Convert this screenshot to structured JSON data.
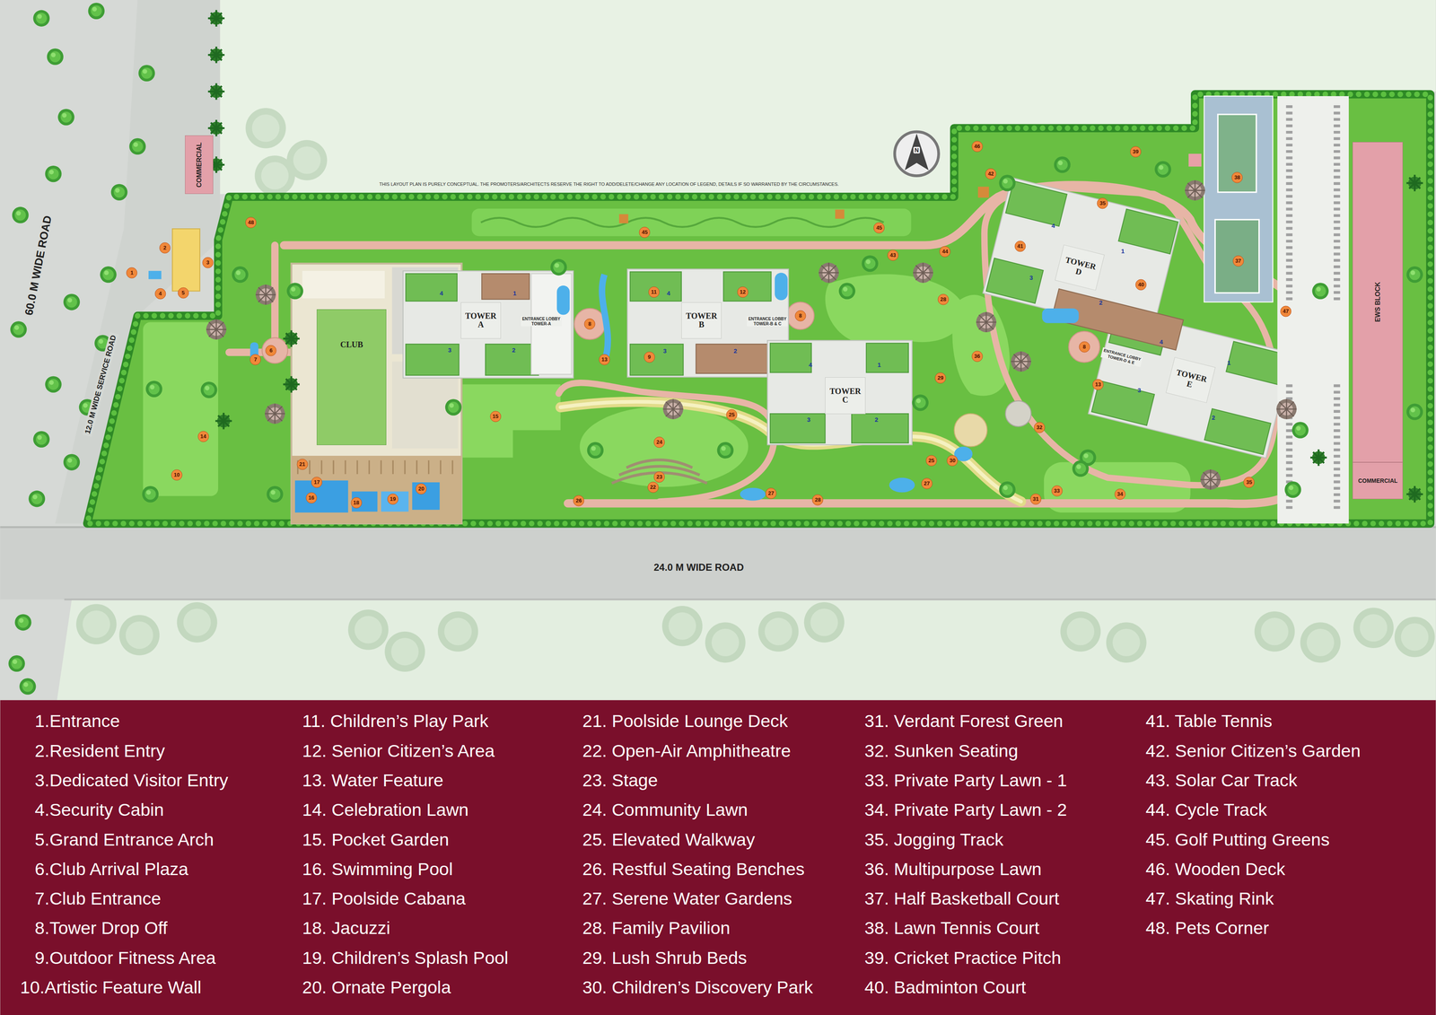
{
  "diagram": {
    "nodes": [
      {
        "text": [
          "COMMERCIAL"
        ]
      },
      {
        "text": [
          "CLUB"
        ]
      },
      {
        "text": [
          "TOWER A"
        ]
      },
      {
        "text": [
          "TOWER B"
        ]
      },
      {
        "text": [
          "TOWER D"
        ]
      },
      {
        "text": [
          "TOWER C"
        ]
      },
      {
        "text": [
          "EWS BLOCK"
        ]
      },
      {
        "text": [
          "TOWER E"
        ]
      },
      {
        "text": [
          "COMMERCIAL"
        ]
      }
    ],
    "labels": [
      "60.0 M WIDE ROAD",
      "12.0 M WIDE SERVICE ROAD",
      "THIS LAYOUT PLAN IS PURELY CONCEPTUAL. THE PROMOTERS/ARCHITECTS RESERVE THE RIGHT TO ADD/DELETE/CHANGE ANY LOCATION OF LEGEND, DETAILS IF SO WARRANTED BY THE CIRCUMSTANCES.",
      "N",
      "ENTRANCE LOBBY TOWER-A",
      "ENTRANCE LOBBY TOWER-B & C",
      "ENTRANCE LOBBY TOWER-D & E",
      "24.0 M WIDE ROAD",
      "1",
      "2",
      "3",
      "4",
      "5",
      "6",
      "7",
      "8",
      "8",
      "8",
      "9",
      "10",
      "11",
      "12",
      "13",
      "13",
      "14",
      "15",
      "16",
      "17",
      "18",
      "19",
      "20",
      "21",
      "22",
      "23",
      "24",
      "25",
      "25",
      "26",
      "27",
      "27",
      "28",
      "28",
      "29",
      "30",
      "31",
      "32",
      "33",
      "34",
      "35",
      "35",
      "36",
      "37",
      "38",
      "39",
      "40",
      "41",
      "42",
      "43",
      "44",
      "45",
      "45",
      "46",
      "47",
      "48",
      "4",
      "1",
      "3",
      "2",
      "4",
      "3",
      "2",
      "4",
      "1",
      "3",
      "2",
      "4",
      "1",
      "3",
      "2",
      "4",
      "1",
      "3",
      "2"
    ],
    "legend": [
      {
        "text": "1.Entrance"
      },
      {
        "text": "2.Resident Entry"
      },
      {
        "text": "3.Dedicated Visitor Entry"
      },
      {
        "text": "4.Security Cabin"
      },
      {
        "text": "5.Grand Entrance Arch"
      },
      {
        "text": "6.Club Arrival Plaza"
      },
      {
        "text": "7.Club Entrance"
      },
      {
        "text": "8.Tower Drop Off"
      },
      {
        "text": "9.Outdoor Fitness Area"
      },
      {
        "text": "10.Artistic Feature Wall"
      },
      {
        "text": "11. Children’s Play Park"
      },
      {
        "text": "12. Senior Citizen’s Area"
      },
      {
        "text": "13. Water Feature"
      },
      {
        "text": "14. Celebration Lawn"
      },
      {
        "text": "15. Pocket Garden"
      },
      {
        "text": "16. Swimming Pool"
      },
      {
        "text": "17. Poolside Cabana"
      },
      {
        "text": "18. Jacuzzi"
      },
      {
        "text": "19. Children’s Splash Pool"
      },
      {
        "text": "20. Ornate Pergola"
      },
      {
        "text": "21. Poolside Lounge Deck"
      },
      {
        "text": "22. Open-Air Amphitheatre"
      },
      {
        "text": "23. Stage"
      },
      {
        "text": "24. Community Lawn"
      },
      {
        "text": "25. Elevated Walkway"
      },
      {
        "text": "26. Restful Seating Benches"
      },
      {
        "text": "27. Serene Water Gardens"
      },
      {
        "text": "28. Family Pavilion"
      },
      {
        "text": "29. Lush Shrub Beds"
      },
      {
        "text": "30. Children’s Discovery Park"
      },
      {
        "text": "31. Verdant Forest Green"
      },
      {
        "text": "32. Sunken Seating"
      },
      {
        "text": "33. Private Party Lawn - 1"
      },
      {
        "text": "34. Private Party Lawn - 2"
      },
      {
        "text": "35. Jogging Track"
      },
      {
        "text": "36. Multipurpose Lawn"
      },
      {
        "text": "37. Half Basketball Court"
      },
      {
        "text": "38. Lawn Tennis Court"
      },
      {
        "text": "39. Cricket Practice Pitch"
      },
      {
        "text": "40. Badminton Court"
      },
      {
        "text": "41. Table Tennis"
      },
      {
        "text": "42. Senior Citizen’s Garden"
      },
      {
        "text": "43. Solar Car Track"
      },
      {
        "text": "44. Cycle Track"
      },
      {
        "text": "45. Golf Putting Greens"
      },
      {
        "text": "46. Wooden Deck"
      },
      {
        "text": "47. Skating Rink"
      },
      {
        "text": "48. Pets Corner"
      }
    ]
  }
}
